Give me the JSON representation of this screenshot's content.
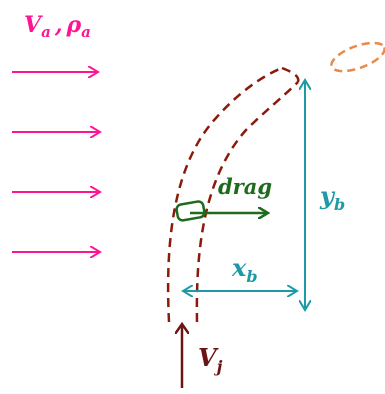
{
  "labels": {
    "freestream_velocity": {
      "main": "V",
      "sub": "a"
    },
    "separator": ",",
    "freestream_density": {
      "main": "ρ",
      "sub": "a"
    },
    "drag": "drag",
    "vertical_distance": {
      "main": "y",
      "sub": "b"
    },
    "horizontal_distance": {
      "main": "x",
      "sub": "b"
    },
    "jet_velocity": {
      "main": "V",
      "sub": "j"
    }
  },
  "colors": {
    "crossflow": "#ff1493",
    "plume": "#8b1a0a",
    "drag": "#1e6b1e",
    "dimension": "#1e9aa6",
    "jet_arrow": "#6b1414"
  }
}
